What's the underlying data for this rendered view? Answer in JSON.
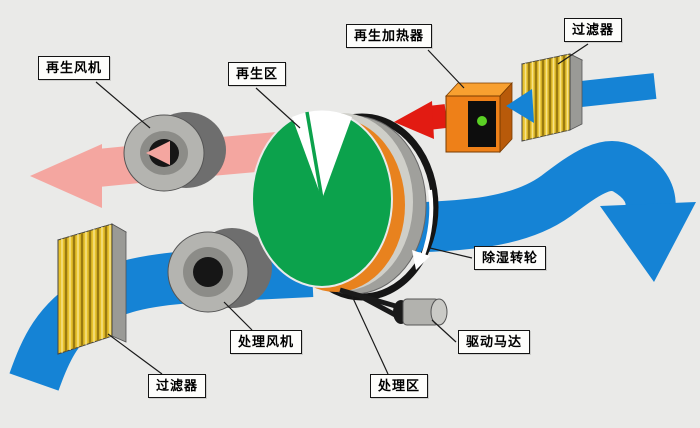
{
  "diagram": {
    "labels": {
      "regen_fan": "再生风机",
      "regen_zone": "再生区",
      "regen_heater": "再生加热器",
      "filter_top": "过滤器",
      "dehumid_wheel": "除湿转轮",
      "drive_motor": "驱动马达",
      "process_zone": "处理区",
      "process_fan": "处理风机",
      "filter_bottom": "过滤器"
    },
    "colors": {
      "background": "#eaeae8",
      "process_air": "#1583d5",
      "regen_exhaust": "#f4a6a0",
      "hot_air": "#e21b12",
      "wheel_face": "#0ca24c",
      "wheel_sector": "#ffffff",
      "heater_body": "#ee8018",
      "filter_face": "#e8c22c"
    }
  }
}
